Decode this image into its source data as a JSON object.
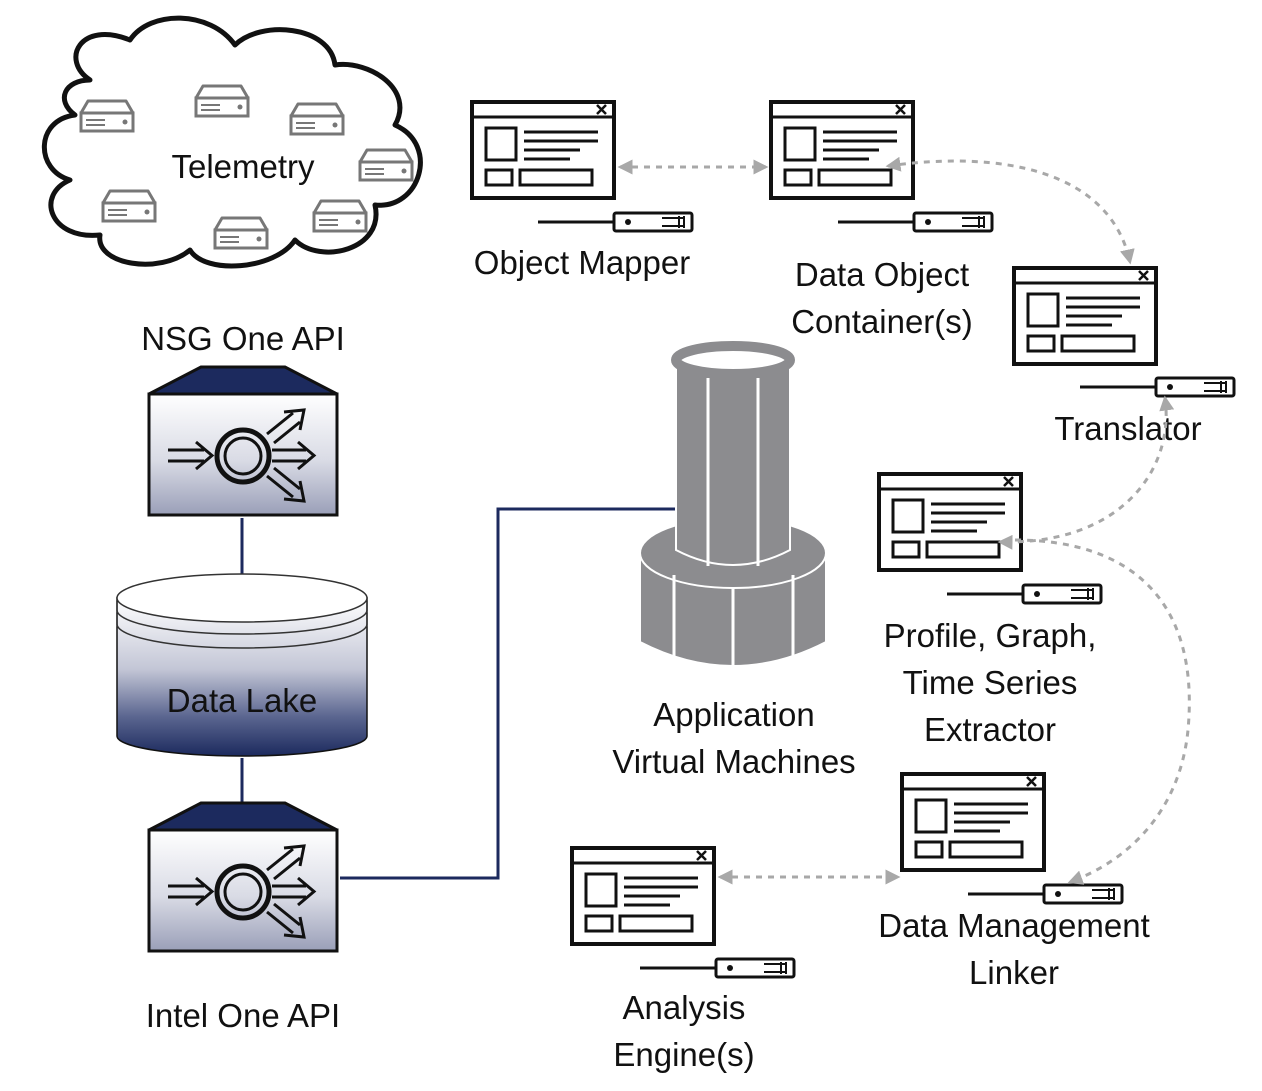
{
  "labels": {
    "telemetry": "Telemetry",
    "nsg_api": "NSG One API",
    "data_lake": "Data Lake",
    "intel_api": "Intel One API",
    "app_vm_line1": "Application",
    "app_vm_line2": "Virtual Machines",
    "object_mapper": "Object Mapper",
    "doc_line1": "Data Object",
    "doc_line2": "Container(s)",
    "translator": "Translator",
    "extractor_line1": "Profile, Graph,",
    "extractor_line2": "Time Series",
    "extractor_line3": "Extractor",
    "dml_line1": "Data Management",
    "dml_line2": "Linker",
    "analysis_line1": "Analysis",
    "analysis_line2": "Engine(s)"
  },
  "colors": {
    "navy": "#1c2a5e",
    "gray_arrow": "#a8a8a8",
    "cylinder_gray": "#8c8c8f"
  },
  "icons": [
    "server-icon",
    "cloud-icon",
    "gateway-icon",
    "database-icon",
    "application-window-icon",
    "cylinder-tower-icon"
  ]
}
